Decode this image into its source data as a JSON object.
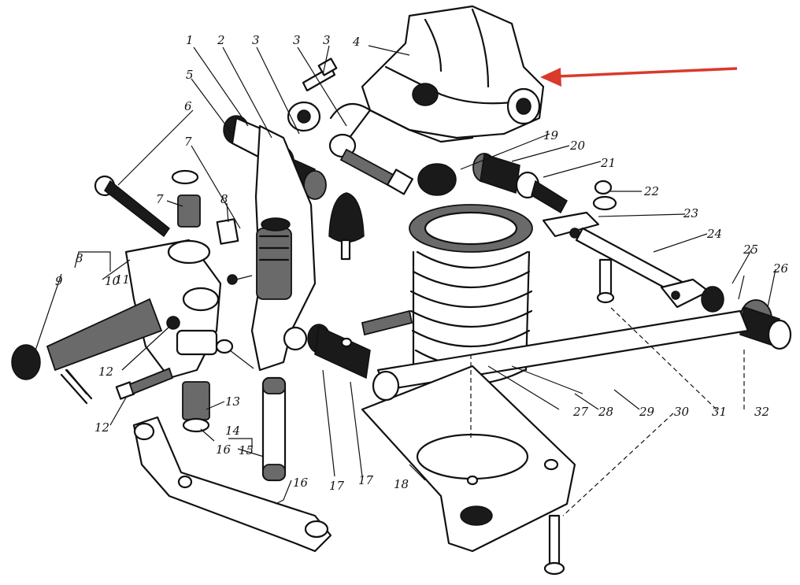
{
  "diagram": {
    "labels": [
      "1",
      "2",
      "3",
      "3",
      "3",
      "4",
      "5",
      "6",
      "7",
      "7",
      "8",
      "8",
      "9",
      "10",
      "11",
      "12",
      "12",
      "13",
      "14",
      "15",
      "16",
      "16",
      "17",
      "17",
      "18",
      "19",
      "20",
      "21",
      "22",
      "23",
      "24",
      "25",
      "26",
      "27",
      "28",
      "29",
      "30",
      "31",
      "32"
    ],
    "arrow_color": "#d93a2b",
    "ink_color": "#111111"
  }
}
